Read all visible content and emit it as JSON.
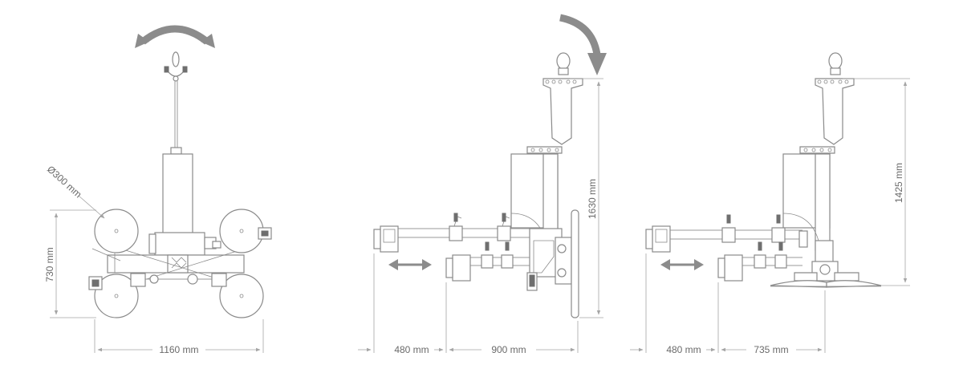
{
  "views": [
    {
      "name": "front-view",
      "dims": {
        "diameter": "Ø300 mm",
        "height": "730 mm",
        "width": "1160 mm"
      }
    },
    {
      "name": "side-view-vertical",
      "dims": {
        "extension": "480 mm",
        "width": "900 mm",
        "height": "1630 mm"
      }
    },
    {
      "name": "side-view-horizontal",
      "dims": {
        "extension": "480 mm",
        "width": "735 mm",
        "height": "1425 mm"
      }
    }
  ],
  "colors": {
    "line": "#8a8a8a",
    "dimension": "#a5a5a5",
    "arrow": "#8c8c8c",
    "label": "#6a6a6a"
  },
  "icons": {
    "rotate": "rotate-both-arrow-icon",
    "tilt": "tilt-arrow-icon",
    "slide": "double-arrow-icon"
  }
}
